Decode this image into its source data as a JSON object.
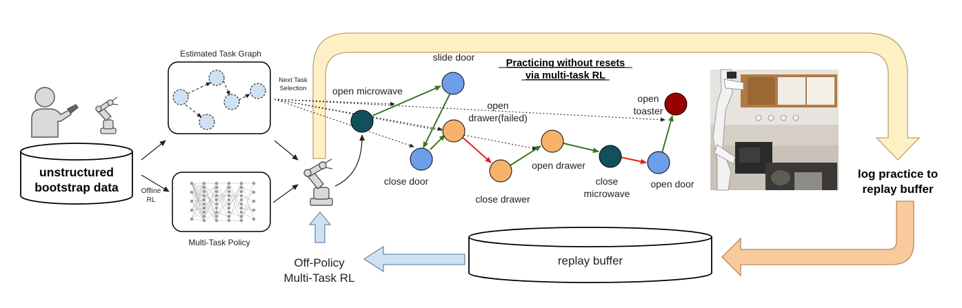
{
  "bootstrap": {
    "line1": "unstructured",
    "line2": "bootstrap data"
  },
  "task_graph": {
    "title": "Estimated Task Graph",
    "next_line1": "Next Task",
    "next_line2": "Selection"
  },
  "policy": {
    "title": "Multi-Task Policy",
    "offline_line1": "Offline",
    "offline_line2": "RL"
  },
  "offpolicy": {
    "line1": "Off-Policy",
    "line2": "Multi-Task RL"
  },
  "heading": {
    "line1": "Practicing without resets",
    "line2": "via multi-task RL"
  },
  "nodes": {
    "open_microwave": "open microwave",
    "slide_door": "slide door",
    "open_drawer_failed_1": "open",
    "open_drawer_failed_2": "drawer(failed)",
    "close_door": "close door",
    "close_drawer": "close drawer",
    "open_drawer": "open drawer",
    "close_microwave_1": "close",
    "close_microwave_2": "microwave",
    "open_door": "open door",
    "open_toaster_1": "open",
    "open_toaster_2": "toaster"
  },
  "log": {
    "line1": "log practice to",
    "line2": "replay buffer"
  },
  "replay": {
    "label": "replay buffer"
  },
  "colors": {
    "node_blue": "#6d9eeb",
    "node_orange": "#f6b26b",
    "node_teal": "#134f5c",
    "node_red": "#990000",
    "edge_green": "#38761d",
    "edge_red": "#e02020",
    "yellow_arrow": "#fdf0c4",
    "orange_arrow": "#f9cb9c",
    "blue_arrow": "#cfe2f3",
    "graph_node": "#cfe2f3"
  }
}
